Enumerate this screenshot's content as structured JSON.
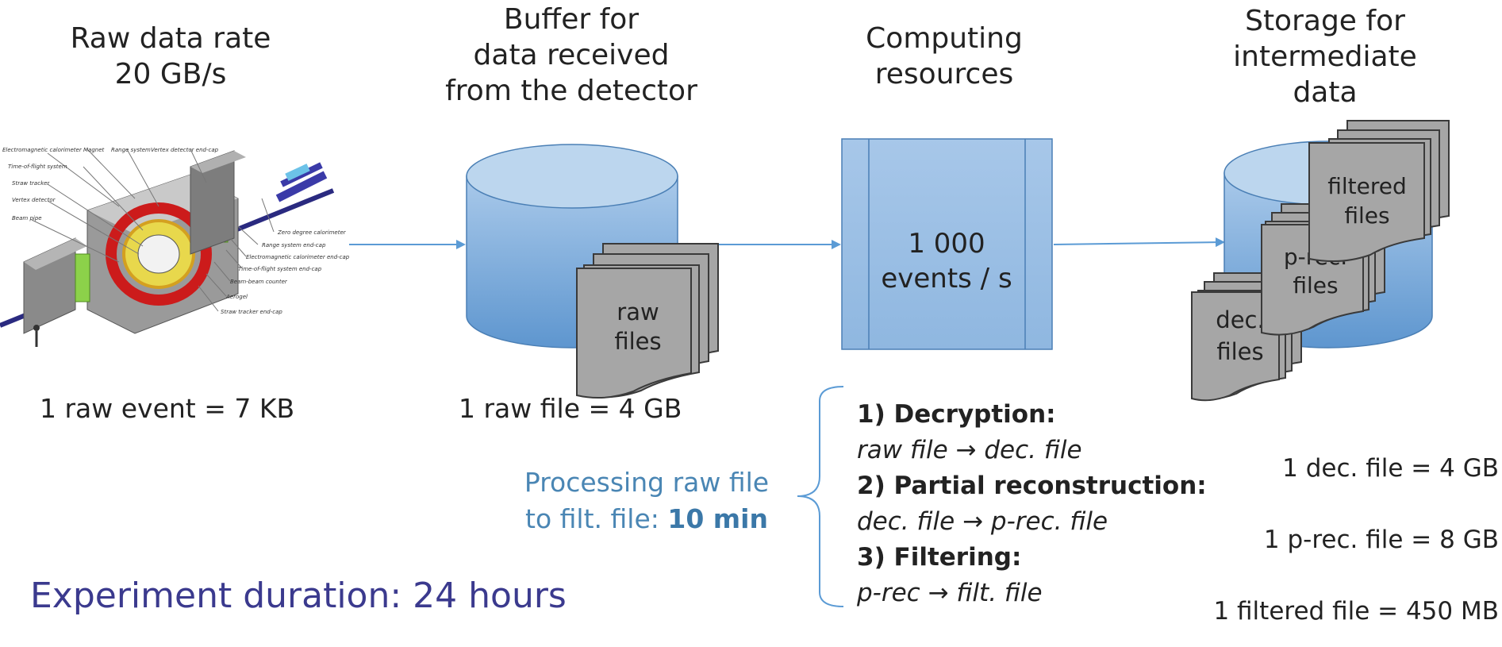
{
  "headers": {
    "raw_rate": "Raw data rate\n20 GB/s",
    "buffer": "Buffer for\ndata received\nfrom the detector",
    "computing": "Computing\nresources",
    "storage": "Storage for\nintermediate\ndata"
  },
  "detector_labels": [
    "Electromagnetic calorimeter",
    "Magnet",
    "Range system",
    "Vertex detector end-cap",
    "Time-of-flight system",
    "Straw tracker",
    "Vertex detector",
    "Beam pipe",
    "Zero degree calorimeter",
    "Range system end-cap",
    "Electromagnetic calorimeter end-cap",
    "Time-of-flight system end-cap",
    "Beam-beam counter",
    "Aerogel",
    "Straw tracker end-cap"
  ],
  "files": {
    "raw": [
      "raw",
      "files"
    ],
    "dec": [
      "dec.",
      "files"
    ],
    "prec": [
      "p-rec.",
      "files"
    ],
    "filtered": [
      "filtered",
      "files"
    ]
  },
  "computing_box": [
    "1 000",
    "events / s"
  ],
  "notes": {
    "raw_event": "1 raw event = 7 KB",
    "raw_file": "1 raw file = 4 GB"
  },
  "processing": {
    "line1": "Processing raw file",
    "line2": "to filt. file: ",
    "time": "10 min"
  },
  "steps": [
    {
      "title": "1) Decryption:",
      "desc": "raw file → dec. file",
      "size": "1 dec. file = 4 GB"
    },
    {
      "title": "2) Partial reconstruction:",
      "desc": "dec. file → p-rec. file",
      "size": "1 p-rec. file = 8 GB"
    },
    {
      "title": "3) Filtering:",
      "desc": "p-rec → filt. file",
      "size": "1 filtered file = 450 MB"
    }
  ],
  "duration": "Experiment duration: 24 hours",
  "colors": {
    "accent": "#5b9bd5",
    "cylinder_top": "#bcd6ee",
    "file_fill": "#a6a6a6",
    "duration_text": "#3b3a8e",
    "processing_text": "#4a86b4"
  }
}
